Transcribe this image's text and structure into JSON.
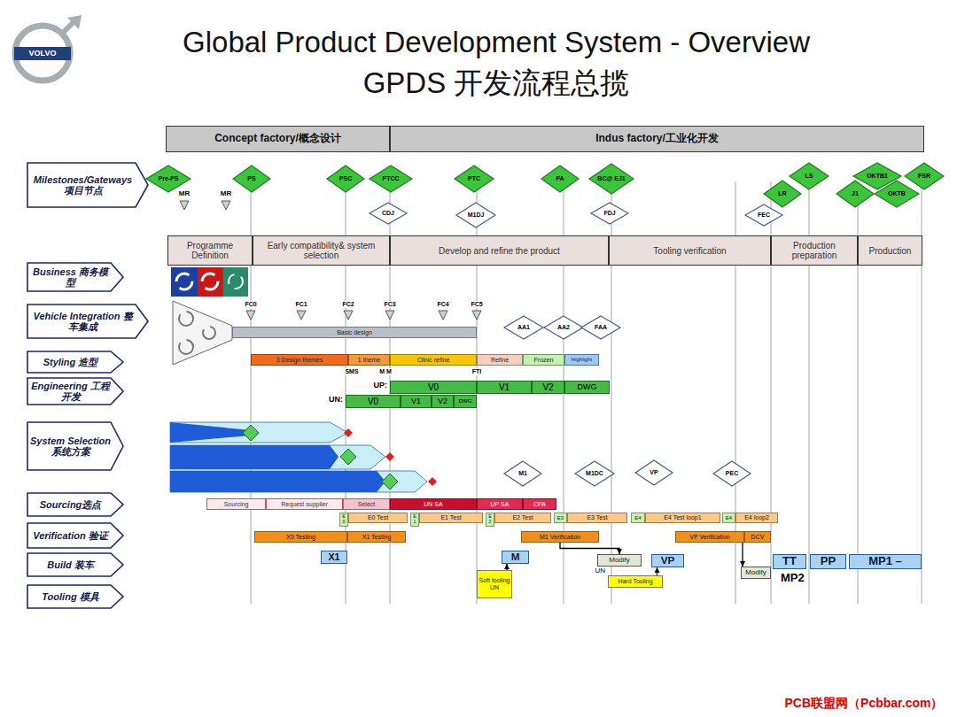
{
  "diagram": {
    "title": "Global Product Development System - Overview",
    "nodes": [
      {
        "text": [
          "VOLVO"
        ]
      },
      {
        "text": [
          "Concept factory/概念设计"
        ]
      },
      {
        "text": [
          "Indus factory/工业化开发"
        ]
      },
      {
        "text": [
          "Milestones/Gateways项目节点"
        ]
      },
      {
        "text": [
          "Pre-PS"
        ]
      },
      {
        "text": [
          "PS"
        ]
      },
      {
        "text": [
          "PSC"
        ]
      },
      {
        "text": [
          "PTCC"
        ]
      },
      {
        "text": [
          "PTC"
        ]
      },
      {
        "text": [
          "PA"
        ]
      },
      {
        "text": [
          "BC@ EJ1"
        ]
      },
      {
        "text": [
          "LS"
        ]
      },
      {
        "text": [
          "OKTB1"
        ]
      },
      {
        "text": [
          "FSR"
        ]
      },
      {
        "text": [
          "LR"
        ]
      },
      {
        "text": [
          "J1"
        ]
      },
      {
        "text": [
          "OKTB"
        ]
      },
      {
        "text": [
          "CDJ"
        ]
      },
      {
        "text": [
          "M1DJ"
        ]
      },
      {
        "text": [
          "FDJ"
        ]
      },
      {
        "text": [
          "FEC"
        ]
      },
      {
        "text": [
          "Programme Definition"
        ]
      },
      {
        "text": [
          "Early compatibility& system selection"
        ]
      },
      {
        "text": [
          "Develop and refine the product"
        ]
      },
      {
        "text": [
          "Tooling verification"
        ]
      },
      {
        "text": [
          "Production preparation"
        ]
      },
      {
        "text": [
          "Production"
        ]
      },
      {
        "text": [
          "Business 商务模型"
        ]
      },
      {
        "text": [
          "Vehicle Integration 整车集成"
        ]
      },
      {
        "text": [
          "Basic design"
        ]
      },
      {
        "text": [
          "AA1"
        ]
      },
      {
        "text": [
          "AA2"
        ]
      },
      {
        "text": [
          "FAA"
        ]
      },
      {
        "text": [
          "Styling 造型"
        ]
      },
      {
        "text": [
          "3 Design themes"
        ]
      },
      {
        "text": [
          "1 theme"
        ]
      },
      {
        "text": [
          "Clinic refine"
        ]
      },
      {
        "text": [
          "Refine"
        ]
      },
      {
        "text": [
          "Frozen"
        ]
      },
      {
        "text": [
          "Highlight"
        ]
      },
      {
        "text": [
          "Engineering 工程开发"
        ]
      },
      {
        "text": [
          "V0"
        ]
      },
      {
        "text": [
          "V1"
        ]
      },
      {
        "text": [
          "V2"
        ]
      },
      {
        "text": [
          "DWG"
        ]
      },
      {
        "text": [
          "V0"
        ]
      },
      {
        "text": [
          "V1"
        ]
      },
      {
        "text": [
          "V2"
        ]
      },
      {
        "text": [
          "DWG"
        ]
      },
      {
        "text": [
          "System Selection 系统方案"
        ]
      },
      {
        "text": [
          "M1"
        ]
      },
      {
        "text": [
          "M1DC"
        ]
      },
      {
        "text": [
          "VP"
        ]
      },
      {
        "text": [
          "PEC"
        ]
      },
      {
        "text": [
          "Sourcing选点"
        ]
      },
      {
        "text": [
          "Sourcing"
        ]
      },
      {
        "text": [
          "Request supplier"
        ]
      },
      {
        "text": [
          "Select"
        ]
      },
      {
        "text": [
          "UN SA"
        ]
      },
      {
        "text": [
          "UP SA"
        ]
      },
      {
        "text": [
          "CPA"
        ]
      },
      {
        "text": [
          "E0"
        ]
      },
      {
        "text": [
          "E0 Test"
        ]
      },
      {
        "text": [
          "E1"
        ]
      },
      {
        "text": [
          "E1 Test"
        ]
      },
      {
        "text": [
          "E2"
        ]
      },
      {
        "text": [
          "E2 Test"
        ]
      },
      {
        "text": [
          "E3"
        ]
      },
      {
        "text": [
          "E3 Test"
        ]
      },
      {
        "text": [
          "E4"
        ]
      },
      {
        "text": [
          "E4 Test loop1"
        ]
      },
      {
        "text": [
          "E4"
        ]
      },
      {
        "text": [
          "E4 loop2"
        ]
      },
      {
        "text": [
          "Verification 验证"
        ]
      },
      {
        "text": [
          "X0 Testing"
        ]
      },
      {
        "text": [
          "X1 Testing"
        ]
      },
      {
        "text": [
          "M1 Verification"
        ]
      },
      {
        "text": [
          "VP Verification"
        ]
      },
      {
        "text": [
          "DCV"
        ]
      },
      {
        "text": [
          "Build 装车"
        ]
      },
      {
        "text": [
          "X1"
        ]
      },
      {
        "text": [
          "M"
        ]
      },
      {
        "text": [
          "Modify"
        ]
      },
      {
        "text": [
          "VP"
        ]
      },
      {
        "text": [
          "Modify"
        ]
      },
      {
        "text": [
          "TT"
        ]
      },
      {
        "text": [
          "PP"
        ]
      },
      {
        "text": [
          "MP1 –"
        ]
      },
      {
        "text": [
          "Tooling 模具"
        ]
      },
      {
        "text": [
          "Soft tooling UN"
        ]
      },
      {
        "text": [
          "Hard Tooling"
        ]
      }
    ],
    "edges": [
      {
        "from": 89,
        "to": 81,
        "arrow": "to"
      },
      {
        "from": 76,
        "to": 82,
        "arrow": "to"
      },
      {
        "from": 90,
        "to": 83,
        "arrow": "to"
      },
      {
        "from": 77,
        "to": 84,
        "arrow": "to"
      }
    ],
    "labels": [
      "GPDS 开发流程总揽",
      "MR",
      "MR",
      "FC0",
      "FC1",
      "FC2",
      "FC3",
      "FC4",
      "FC5",
      "SMS",
      "M M",
      "FTI",
      "UP:",
      "UN:",
      "UN",
      "MP2",
      "PCB联盟网（Pcbbar.com）"
    ]
  }
}
